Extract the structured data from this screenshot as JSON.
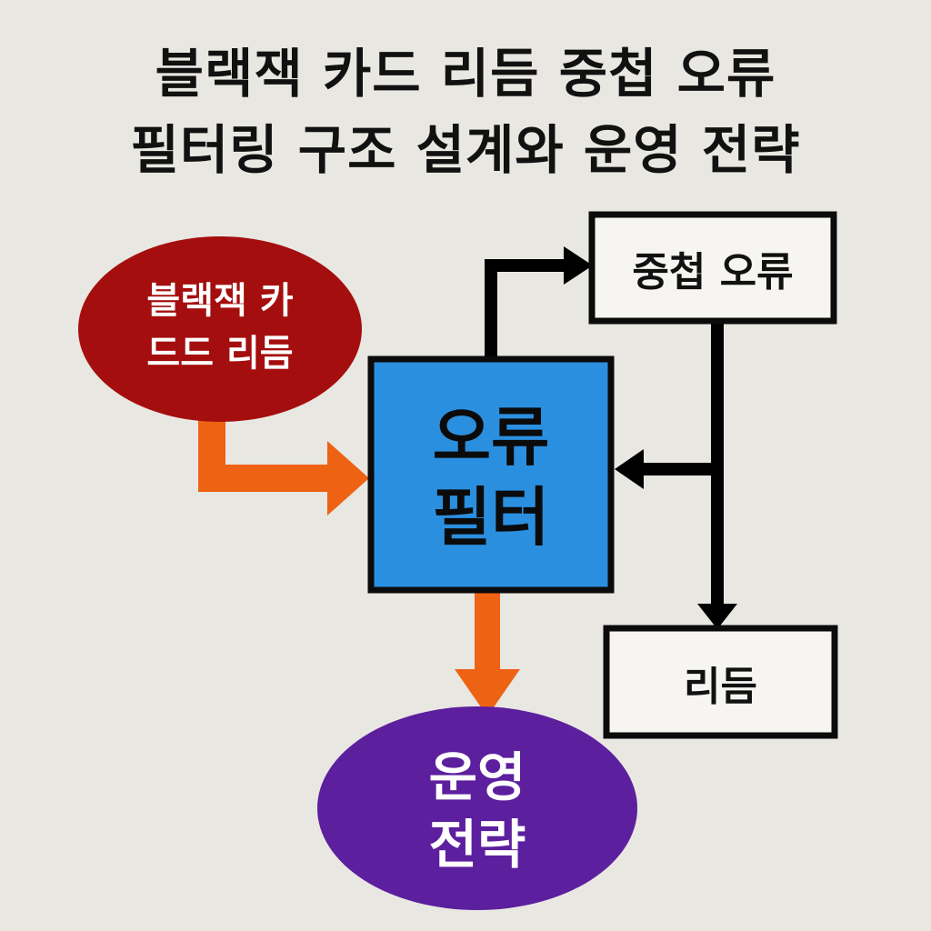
{
  "title": {
    "line1": "블랙잭 카드 리듬 중첩 오류",
    "line2": "필터링 구조 설계와 운영 전략"
  },
  "nodes": {
    "input": {
      "line1": "블랙잭 카",
      "line2": "드드 리듬",
      "color": "#a50e0e"
    },
    "filter": {
      "line1": "오류",
      "line2": "필터",
      "color": "#2b8fe0"
    },
    "nested_error": {
      "label": "중첩 오류"
    },
    "rhythm": {
      "label": "리듬"
    },
    "strategy": {
      "line1": "운영",
      "line2": "전략",
      "color": "#5c1f9e"
    }
  },
  "colors": {
    "arrow_orange": "#ee6214",
    "arrow_black": "#000000",
    "background": "#e9e7e2"
  }
}
